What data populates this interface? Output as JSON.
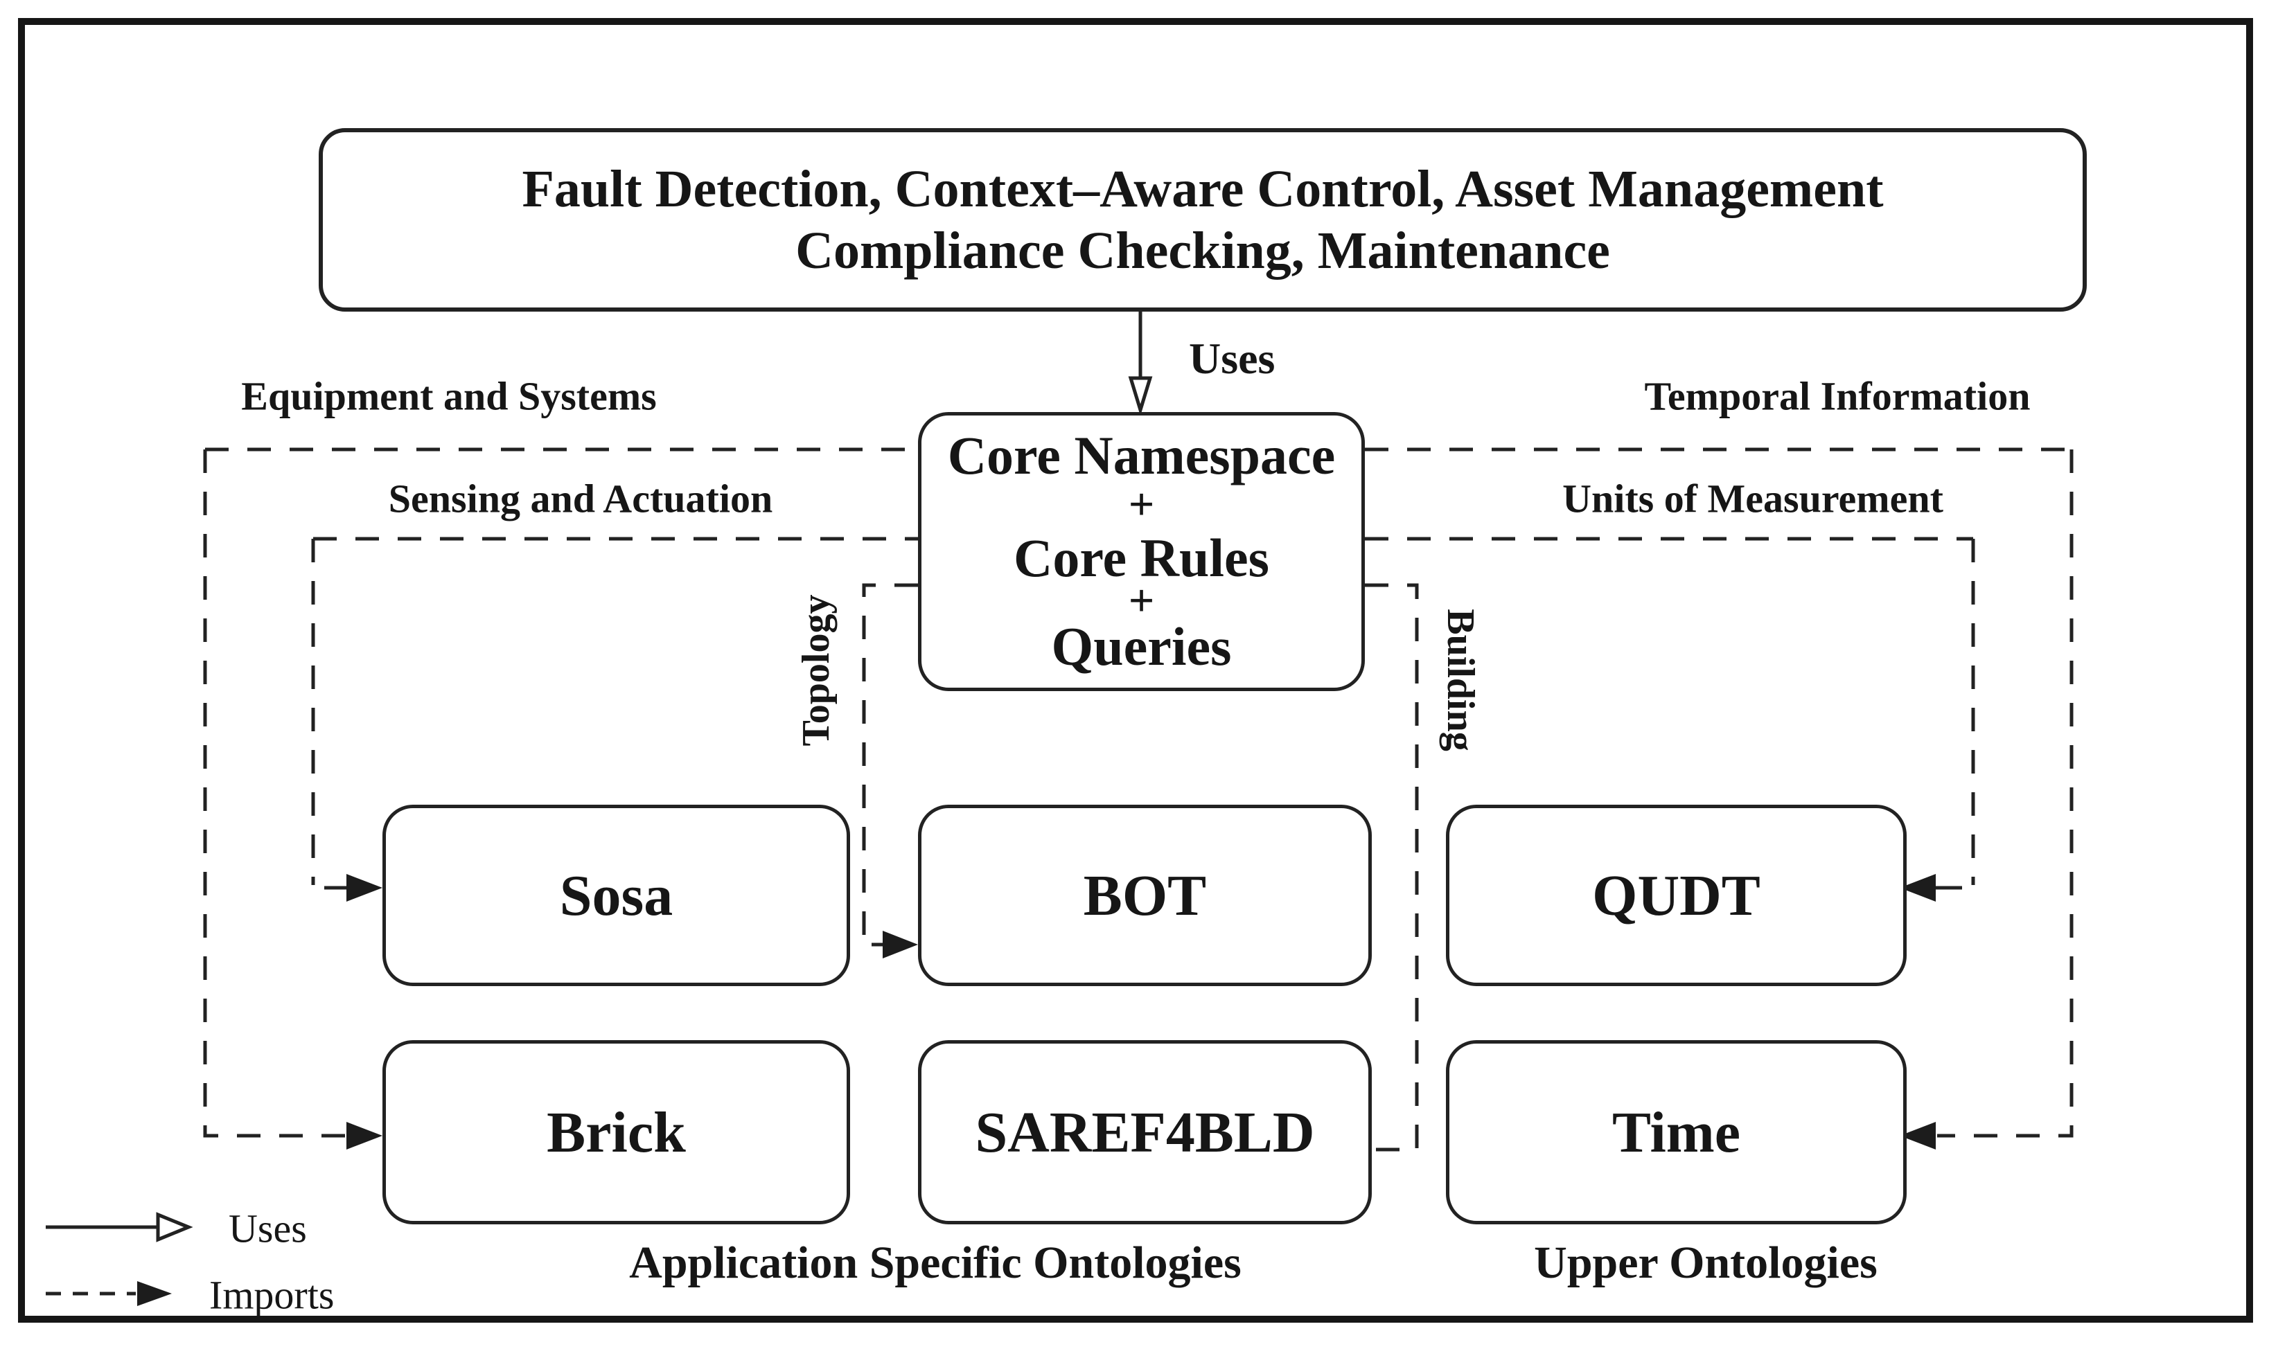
{
  "colors": {
    "ink": "#1c1c1c",
    "background": "#ffffff"
  },
  "top_box": {
    "line1": "Fault Detection, Context–Aware Control, Asset Management",
    "line2": "Compliance Checking, Maintenance"
  },
  "connections": {
    "uses_label": "Uses"
  },
  "core_box": {
    "namespace": "Core Namespace",
    "plus_1": "+",
    "rules": "Core Rules",
    "plus_2": "+",
    "queries": "Queries"
  },
  "regions": {
    "equipment_systems": "Equipment and Systems",
    "temporal_information": "Temporal Information",
    "sensing_actuation": "Sensing and Actuation",
    "units_measurement": "Units of Measurement",
    "topology": "Topology",
    "building": "Building"
  },
  "ontologies": {
    "sosa": "Sosa",
    "bot": "BOT",
    "qudt": "QUDT",
    "brick": "Brick",
    "saref4bld": "SAREF4BLD",
    "time": "Time"
  },
  "group_labels": {
    "application_specific": "Application Specific Ontologies",
    "upper": "Upper Ontologies"
  },
  "legend": {
    "uses": "Uses",
    "imports": "Imports"
  }
}
